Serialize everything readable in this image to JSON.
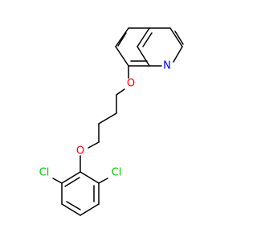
{
  "molecule": {
    "atoms": {
      "nitrogen": {
        "label": "N",
        "color": "#0000ff"
      },
      "oxygen_top": {
        "label": "O",
        "color": "#ff0000"
      },
      "oxygen_bottom": {
        "label": "O",
        "color": "#ff0000"
      },
      "chlorine_left": {
        "label": "Cl",
        "color": "#00cc00"
      },
      "chlorine_right": {
        "label": "Cl",
        "color": "#00cc00"
      }
    },
    "bond_color": "#000000"
  }
}
